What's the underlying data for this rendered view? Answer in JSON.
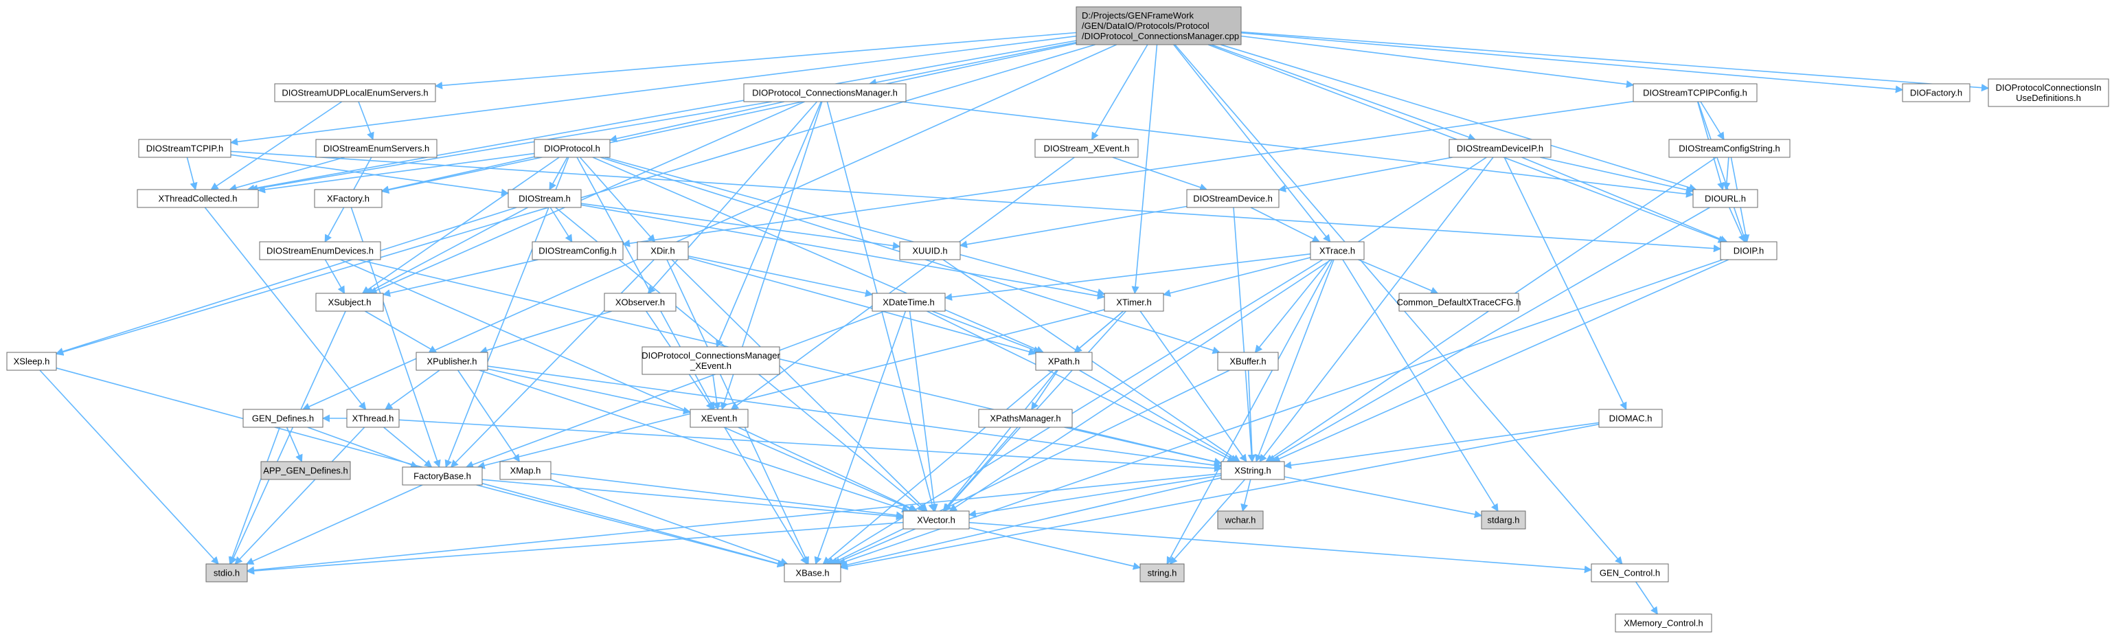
{
  "diagram": {
    "type": "include-dependency-graph",
    "edge_color": "#63b8ff",
    "node_fill": "#ffffff",
    "root_fill": "#bfbfbf",
    "system_fill": "#d3d3d3",
    "node_border": "#666666",
    "nodes": [
      {
        "id": "root",
        "lines": [
          "D:/Projects/GENFrameWork",
          "/GEN/DataIO/Protocols/Protocol",
          "/DIOProtocol_ConnectionsManager.cpp"
        ],
        "style": "root"
      },
      {
        "id": "udpenum",
        "lines": [
          "DIOStreamUDPLocalEnumServers.h"
        ]
      },
      {
        "id": "pcm",
        "lines": [
          "DIOProtocol_ConnectionsManager.h"
        ]
      },
      {
        "id": "tcpipcfg",
        "lines": [
          "DIOStreamTCPIPConfig.h"
        ]
      },
      {
        "id": "factory",
        "lines": [
          "DIOFactory.h"
        ]
      },
      {
        "id": "pcud",
        "lines": [
          "DIOProtocolConnectionsIn",
          "UseDefinitions.h"
        ]
      },
      {
        "id": "tcpip",
        "lines": [
          "DIOStreamTCPIP.h"
        ]
      },
      {
        "id": "enumsrv",
        "lines": [
          "DIOStreamEnumServers.h"
        ]
      },
      {
        "id": "protocol",
        "lines": [
          "DIOProtocol.h"
        ]
      },
      {
        "id": "xevtstream",
        "lines": [
          "DIOStream_XEvent.h"
        ]
      },
      {
        "id": "deviceip",
        "lines": [
          "DIOStreamDeviceIP.h"
        ]
      },
      {
        "id": "cfgstring",
        "lines": [
          "DIOStreamConfigString.h"
        ]
      },
      {
        "id": "threadcoll",
        "lines": [
          "XThreadCollected.h"
        ]
      },
      {
        "id": "xfactory",
        "lines": [
          "XFactory.h"
        ]
      },
      {
        "id": "stream",
        "lines": [
          "DIOStream.h"
        ]
      },
      {
        "id": "device",
        "lines": [
          "DIOStreamDevice.h"
        ]
      },
      {
        "id": "url",
        "lines": [
          "DIOURL.h"
        ]
      },
      {
        "id": "enumdev",
        "lines": [
          "DIOStreamEnumDevices.h"
        ]
      },
      {
        "id": "streamcfg",
        "lines": [
          "DIOStreamConfig.h"
        ]
      },
      {
        "id": "xdir",
        "lines": [
          "XDir.h"
        ]
      },
      {
        "id": "xuuid",
        "lines": [
          "XUUID.h"
        ]
      },
      {
        "id": "xtrace",
        "lines": [
          "XTrace.h"
        ]
      },
      {
        "id": "dioip",
        "lines": [
          "DIOIP.h"
        ]
      },
      {
        "id": "xsubject",
        "lines": [
          "XSubject.h"
        ]
      },
      {
        "id": "xobserver",
        "lines": [
          "XObserver.h"
        ]
      },
      {
        "id": "xdatetime",
        "lines": [
          "XDateTime.h"
        ]
      },
      {
        "id": "xtimer",
        "lines": [
          "XTimer.h"
        ]
      },
      {
        "id": "common",
        "lines": [
          "Common_DefaultXTraceCFG.h"
        ]
      },
      {
        "id": "xsleep",
        "lines": [
          "XSleep.h"
        ]
      },
      {
        "id": "xpublisher",
        "lines": [
          "XPublisher.h"
        ]
      },
      {
        "id": "pcmxevent",
        "lines": [
          "DIOProtocol_ConnectionsManager",
          "_XEvent.h"
        ]
      },
      {
        "id": "xpath",
        "lines": [
          "XPath.h"
        ]
      },
      {
        "id": "xbuffer",
        "lines": [
          "XBuffer.h"
        ]
      },
      {
        "id": "gendefs",
        "lines": [
          "GEN_Defines.h"
        ]
      },
      {
        "id": "xthread",
        "lines": [
          "XThread.h"
        ]
      },
      {
        "id": "xevent",
        "lines": [
          "XEvent.h"
        ]
      },
      {
        "id": "xpathsmgr",
        "lines": [
          "XPathsManager.h"
        ]
      },
      {
        "id": "diomac",
        "lines": [
          "DIOMAC.h"
        ]
      },
      {
        "id": "appgen",
        "lines": [
          "APP_GEN_Defines.h"
        ],
        "style": "system"
      },
      {
        "id": "factorybase",
        "lines": [
          "FactoryBase.h"
        ]
      },
      {
        "id": "xmap",
        "lines": [
          "XMap.h"
        ]
      },
      {
        "id": "xstring",
        "lines": [
          "XString.h"
        ]
      },
      {
        "id": "wchar",
        "lines": [
          "wchar.h"
        ],
        "style": "system"
      },
      {
        "id": "stdarg",
        "lines": [
          "stdarg.h"
        ],
        "style": "system"
      },
      {
        "id": "xvector",
        "lines": [
          "XVector.h"
        ]
      },
      {
        "id": "stdio",
        "lines": [
          "stdio.h"
        ],
        "style": "system"
      },
      {
        "id": "xbase",
        "lines": [
          "XBase.h"
        ]
      },
      {
        "id": "stringh",
        "lines": [
          "string.h"
        ],
        "style": "system"
      },
      {
        "id": "gencontrol",
        "lines": [
          "GEN_Control.h"
        ]
      },
      {
        "id": "xmemctl",
        "lines": [
          "XMemory_Control.h"
        ]
      }
    ],
    "edges": [
      [
        "root",
        "udpenum"
      ],
      [
        "root",
        "pcm"
      ],
      [
        "root",
        "tcpipcfg"
      ],
      [
        "root",
        "factory"
      ],
      [
        "root",
        "pcud"
      ],
      [
        "root",
        "tcpip"
      ],
      [
        "root",
        "threadcoll"
      ],
      [
        "root",
        "xfactory"
      ],
      [
        "root",
        "xevtstream"
      ],
      [
        "root",
        "deviceip"
      ],
      [
        "root",
        "url"
      ],
      [
        "root",
        "dioip"
      ],
      [
        "root",
        "xtrace"
      ],
      [
        "root",
        "xtimer"
      ],
      [
        "root",
        "xsleep"
      ],
      [
        "root",
        "gendefs"
      ],
      [
        "root",
        "gencontrol"
      ],
      [
        "udpenum",
        "enumsrv"
      ],
      [
        "udpenum",
        "threadcoll"
      ],
      [
        "pcm",
        "protocol"
      ],
      [
        "pcm",
        "threadcoll"
      ],
      [
        "pcm",
        "xsubject"
      ],
      [
        "pcm",
        "xobserver"
      ],
      [
        "pcm",
        "pcmxevent"
      ],
      [
        "pcm",
        "xevent"
      ],
      [
        "pcm",
        "xvector"
      ],
      [
        "pcm",
        "url"
      ],
      [
        "tcpipcfg",
        "cfgstring"
      ],
      [
        "tcpipcfg",
        "url"
      ],
      [
        "tcpipcfg",
        "dioip"
      ],
      [
        "tcpipcfg",
        "streamcfg"
      ],
      [
        "tcpip",
        "threadcoll"
      ],
      [
        "tcpip",
        "stream"
      ],
      [
        "tcpip",
        "dioip"
      ],
      [
        "enumsrv",
        "threadcoll"
      ],
      [
        "enumsrv",
        "enumdev"
      ],
      [
        "protocol",
        "threadcoll"
      ],
      [
        "protocol",
        "xfactory"
      ],
      [
        "protocol",
        "stream"
      ],
      [
        "protocol",
        "xdir"
      ],
      [
        "protocol",
        "xsubject"
      ],
      [
        "protocol",
        "xpath"
      ],
      [
        "protocol",
        "xbuffer"
      ],
      [
        "protocol",
        "xevent"
      ],
      [
        "protocol",
        "factorybase"
      ],
      [
        "protocol",
        "xtimer"
      ],
      [
        "xevtstream",
        "device"
      ],
      [
        "xevtstream",
        "xevent"
      ],
      [
        "deviceip",
        "device"
      ],
      [
        "deviceip",
        "url"
      ],
      [
        "deviceip",
        "dioip"
      ],
      [
        "deviceip",
        "diomac"
      ],
      [
        "deviceip",
        "xstring"
      ],
      [
        "deviceip",
        "xvector"
      ],
      [
        "cfgstring",
        "url"
      ],
      [
        "cfgstring",
        "dioip"
      ],
      [
        "cfgstring",
        "xstring"
      ],
      [
        "threadcoll",
        "xthread"
      ],
      [
        "xfactory",
        "factorybase"
      ],
      [
        "stream",
        "streamcfg"
      ],
      [
        "stream",
        "xsubject"
      ],
      [
        "stream",
        "xuuid"
      ],
      [
        "stream",
        "xtimer"
      ],
      [
        "stream",
        "xvector"
      ],
      [
        "stream",
        "xsleep"
      ],
      [
        "device",
        "xuuid"
      ],
      [
        "device",
        "xtrace"
      ],
      [
        "device",
        "xstring"
      ],
      [
        "url",
        "dioip"
      ],
      [
        "url",
        "xstring"
      ],
      [
        "enumdev",
        "xsubject"
      ],
      [
        "enumdev",
        "xvector"
      ],
      [
        "enumdev",
        "xstring"
      ],
      [
        "streamcfg",
        "xsubject"
      ],
      [
        "xdir",
        "xdatetime"
      ],
      [
        "xdir",
        "xpath"
      ],
      [
        "xdir",
        "xbase"
      ],
      [
        "xdir",
        "factorybase"
      ],
      [
        "xdir",
        "xvector"
      ],
      [
        "xuuid",
        "xstring"
      ],
      [
        "xtrace",
        "xdatetime"
      ],
      [
        "xtrace",
        "xtimer"
      ],
      [
        "xtrace",
        "common"
      ],
      [
        "xtrace",
        "xbuffer"
      ],
      [
        "xtrace",
        "xstring"
      ],
      [
        "xtrace",
        "stdarg"
      ],
      [
        "xtrace",
        "xbase"
      ],
      [
        "xtrace",
        "stringh"
      ],
      [
        "dioip",
        "xstring"
      ],
      [
        "dioip",
        "xbase"
      ],
      [
        "xsubject",
        "xpublisher"
      ],
      [
        "xsubject",
        "stdio"
      ],
      [
        "xobserver",
        "xpublisher"
      ],
      [
        "xobserver",
        "xevent"
      ],
      [
        "xdatetime",
        "xpath"
      ],
      [
        "xdatetime",
        "xstring"
      ],
      [
        "xdatetime",
        "xbase"
      ],
      [
        "xdatetime",
        "factorybase"
      ],
      [
        "xdatetime",
        "xvector"
      ],
      [
        "xtimer",
        "xpath"
      ],
      [
        "xtimer",
        "xstring"
      ],
      [
        "xtimer",
        "xvector"
      ],
      [
        "xtimer",
        "xbase"
      ],
      [
        "xtimer",
        "factorybase"
      ],
      [
        "xsleep",
        "stdio"
      ],
      [
        "xsleep",
        "xbase"
      ],
      [
        "xpublisher",
        "xmap"
      ],
      [
        "xpublisher",
        "xthread"
      ],
      [
        "xpublisher",
        "xevent"
      ],
      [
        "xpublisher",
        "xvector"
      ],
      [
        "xpublisher",
        "xstring"
      ],
      [
        "pcmxevent",
        "xevent"
      ],
      [
        "xpath",
        "xpathsmgr"
      ],
      [
        "xpath",
        "xstring"
      ],
      [
        "xpath",
        "xvector"
      ],
      [
        "xbuffer",
        "xstring"
      ],
      [
        "xbuffer",
        "xbase"
      ],
      [
        "gendefs",
        "appgen"
      ],
      [
        "gendefs",
        "factorybase"
      ],
      [
        "gendefs",
        "stdio"
      ],
      [
        "xthread",
        "factorybase"
      ],
      [
        "xthread",
        "xstring"
      ],
      [
        "xthread",
        "stdio"
      ],
      [
        "xthread",
        "gendefs"
      ],
      [
        "xevent",
        "xvector"
      ],
      [
        "xevent",
        "xbase"
      ],
      [
        "xpathsmgr",
        "xstring"
      ],
      [
        "xpathsmgr",
        "xvector"
      ],
      [
        "diomac",
        "xstring"
      ],
      [
        "diomac",
        "xbase"
      ],
      [
        "factorybase",
        "xbase"
      ],
      [
        "factorybase",
        "stdio"
      ],
      [
        "factorybase",
        "xvector"
      ],
      [
        "xmap",
        "xvector"
      ],
      [
        "xmap",
        "xbase"
      ],
      [
        "xstring",
        "xvector"
      ],
      [
        "xstring",
        "wchar"
      ],
      [
        "xstring",
        "stdarg"
      ],
      [
        "xstring",
        "stdio"
      ],
      [
        "xstring",
        "xbase"
      ],
      [
        "xstring",
        "stringh"
      ],
      [
        "xvector",
        "xbase"
      ],
      [
        "xvector",
        "stdio"
      ],
      [
        "xvector",
        "stringh"
      ],
      [
        "xvector",
        "gencontrol"
      ],
      [
        "gencontrol",
        "xmemctl"
      ]
    ]
  }
}
